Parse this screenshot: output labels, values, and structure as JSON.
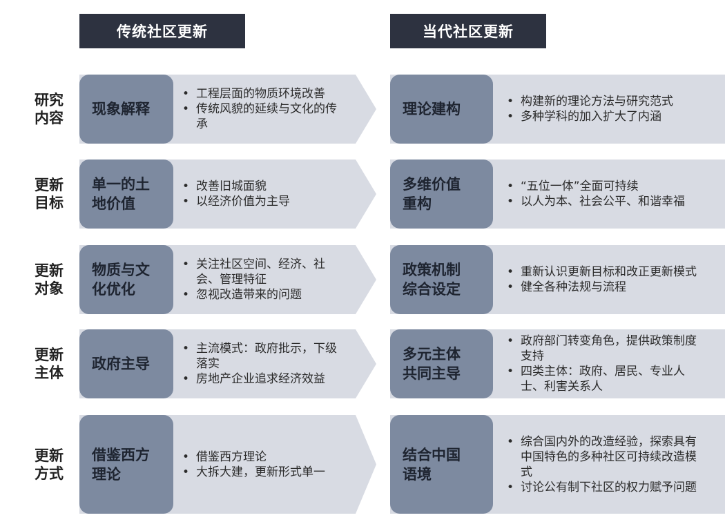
{
  "headers": {
    "traditional": "传统社区更新",
    "contemporary": "当代社区更新"
  },
  "rows": [
    {
      "label": "研究\n内容",
      "traditional": {
        "key": "现象解释",
        "bullets": [
          "工程层面的物质环境改善",
          "传统风貌的延续与文化的传承"
        ]
      },
      "contemporary": {
        "key": "理论建构",
        "bullets": [
          "构建新的理论方法与研究范式",
          "多种学科的加入扩大了内涵"
        ]
      }
    },
    {
      "label": "更新\n目标",
      "traditional": {
        "key": "单一的土\n地价值",
        "bullets": [
          "改善旧城面貌",
          "以经济价值为主导"
        ]
      },
      "contemporary": {
        "key": "多维价值\n重构",
        "bullets": [
          "“五位一体”全面可持续",
          "以人为本、社会公平、和谐幸福"
        ]
      }
    },
    {
      "label": "更新\n对象",
      "traditional": {
        "key": "物质与文\n化优化",
        "bullets": [
          "关注社区空间、经济、社会、管理特征",
          "忽视改造带来的问题"
        ]
      },
      "contemporary": {
        "key": "政策机制\n综合设定",
        "bullets": [
          "重新认识更新目标和改正更新模式",
          "健全各种法规与流程"
        ]
      }
    },
    {
      "label": "更新\n主体",
      "traditional": {
        "key": "政府主导",
        "bullets": [
          "主流模式：政府批示，下级落实",
          "房地产企业追求经济效益"
        ]
      },
      "contemporary": {
        "key": "多元主体\n共同主导",
        "bullets": [
          "政府部门转变角色，提供政策制度支持",
          "四类主体：政府、居民、专业人士、利害关系人"
        ]
      }
    },
    {
      "label": "更新\n方式",
      "traditional": {
        "key": "借鉴西方\n理论",
        "bullets": [
          "借鉴西方理论",
          "大拆大建，更新形式单一"
        ]
      },
      "contemporary": {
        "key": "结合中国\n语境",
        "bullets": [
          "综合国内外的改造经验，探索具有中国特色的多种社区可持续改造模式",
          "讨论公有制下社区的权力赋予问题"
        ]
      }
    }
  ]
}
